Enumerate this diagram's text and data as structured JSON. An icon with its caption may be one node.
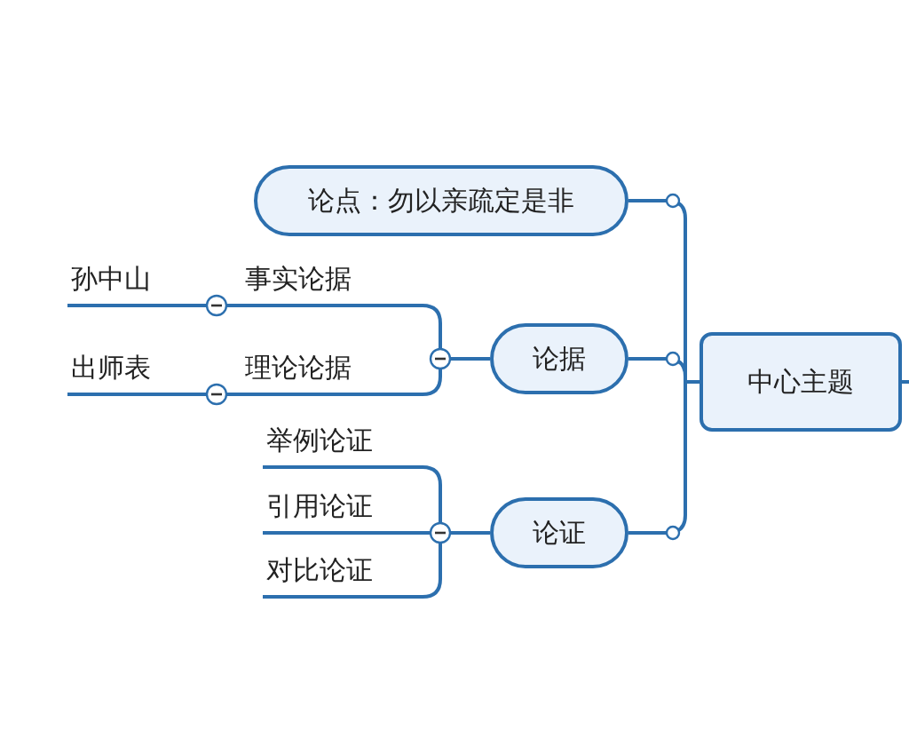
{
  "diagram": {
    "nodes": [
      {
        "text": [
          "中心主题"
        ]
      },
      {
        "text": [
          "论点：勿以亲疏定是非"
        ]
      },
      {
        "text": [
          "论据"
        ]
      },
      {
        "text": [
          "论证"
        ]
      },
      {
        "text": [
          "事实论据"
        ]
      },
      {
        "text": [
          "理论论据"
        ]
      },
      {
        "text": [
          "孙中山"
        ]
      },
      {
        "text": [
          "出师表"
        ]
      },
      {
        "text": [
          "举例论证"
        ]
      },
      {
        "text": [
          "引用论证"
        ]
      },
      {
        "text": [
          "对比论证"
        ]
      }
    ],
    "edges": [
      {
        "from": 0,
        "to": 1,
        "arrow": "none"
      },
      {
        "from": 0,
        "to": 2,
        "arrow": "none"
      },
      {
        "from": 0,
        "to": 3,
        "arrow": "none"
      },
      {
        "from": 2,
        "to": 4,
        "arrow": "none"
      },
      {
        "from": 2,
        "to": 5,
        "arrow": "none"
      },
      {
        "from": 4,
        "to": 6,
        "arrow": "none"
      },
      {
        "from": 5,
        "to": 7,
        "arrow": "none"
      },
      {
        "from": 3,
        "to": 8,
        "arrow": "none"
      },
      {
        "from": 3,
        "to": 9,
        "arrow": "none"
      },
      {
        "from": 3,
        "to": 10,
        "arrow": "none"
      }
    ]
  }
}
